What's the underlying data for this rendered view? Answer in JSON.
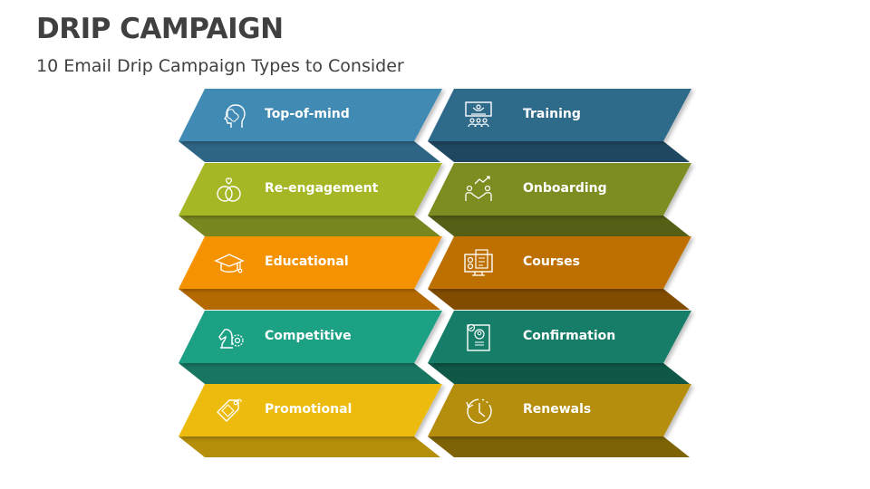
{
  "header": {
    "title": "DRIP CAMPAIGN",
    "subtitle": "10 Email Drip Campaign Types to Consider"
  },
  "columns": [
    {
      "side": "left",
      "items": [
        {
          "label": "Top-of-mind",
          "icon": "brain-head-icon",
          "color": "#418AB3",
          "fold": "#2E6584"
        },
        {
          "label": "Re-engagement",
          "icon": "rings-heart-icon",
          "color": "#A6B727",
          "fold": "#7A8720"
        },
        {
          "label": "Educational",
          "icon": "graduation-cap-icon",
          "color": "#F59200",
          "fold": "#B46A00"
        },
        {
          "label": "Competitive",
          "icon": "chess-knight-gear-icon",
          "color": "#1FA185",
          "fold": "#187660"
        },
        {
          "label": "Promotional",
          "icon": "price-tag-icon",
          "color": "#EDBB0E",
          "fold": "#B58F0A"
        }
      ]
    },
    {
      "side": "right",
      "items": [
        {
          "label": "Training",
          "icon": "presentation-audience-icon",
          "color": "#2F6B8A",
          "fold": "#1F4760"
        },
        {
          "label": "Onboarding",
          "icon": "handshake-growth-icon",
          "color": "#7E8D20",
          "fold": "#555F15"
        },
        {
          "label": "Courses",
          "icon": "computer-checklist-icon",
          "color": "#BD6F00",
          "fold": "#824C00"
        },
        {
          "label": "Confirmation",
          "icon": "profile-check-document-icon",
          "color": "#177D67",
          "fold": "#0F5747"
        },
        {
          "label": "Renewals",
          "icon": "clock-refresh-icon",
          "color": "#B58E0A",
          "fold": "#7E6307"
        }
      ]
    }
  ]
}
